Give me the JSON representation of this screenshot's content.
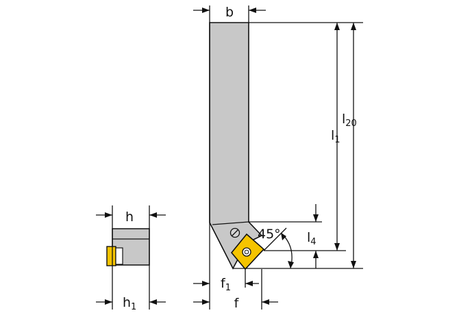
{
  "labels": {
    "b": "b",
    "h": "h",
    "h1_main": "h",
    "h1_sub": "1",
    "l1_main": "l",
    "l1_sub": "1",
    "l20_main": "l",
    "l20_sub": "20",
    "l4_main": "l",
    "l4_sub": "4",
    "f1_main": "f",
    "f1_sub": "1",
    "f": "f",
    "angle": "45°"
  },
  "colors": {
    "shank": "#c8c8c8",
    "outline": "#111111",
    "insert": "#f5c400",
    "screw": "#d4d4d4"
  }
}
